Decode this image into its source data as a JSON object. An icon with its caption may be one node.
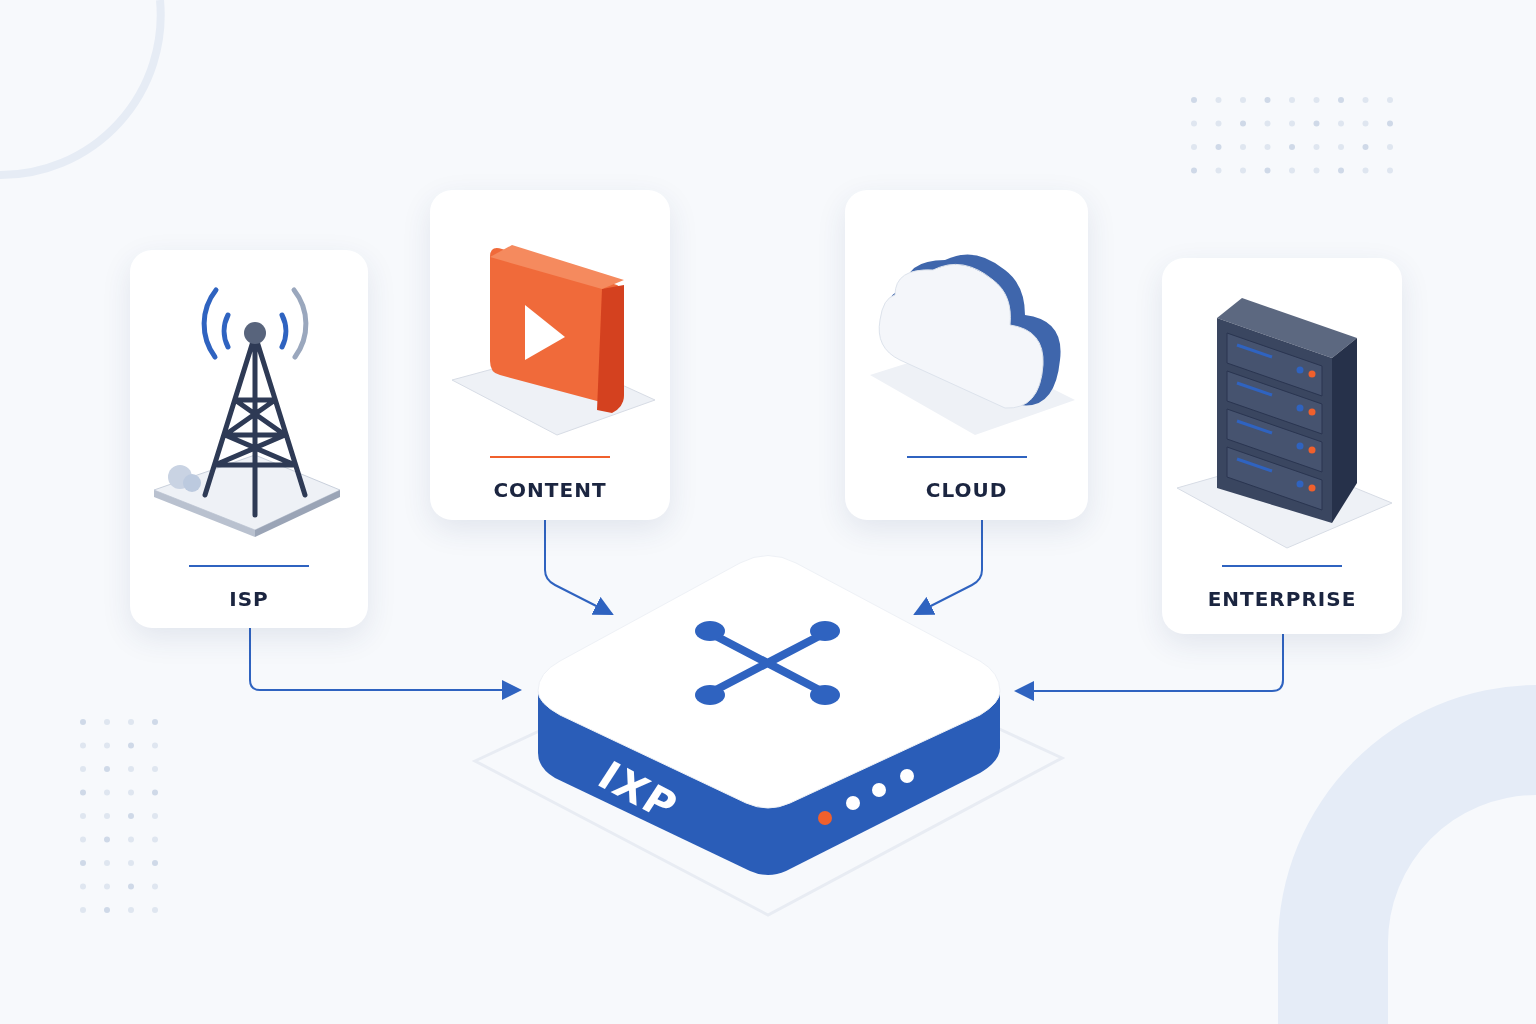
{
  "diagram": {
    "nodes": [
      {
        "text": [
          "ISP"
        ]
      },
      {
        "text": [
          "CONTENT"
        ]
      },
      {
        "text": [
          "CLOUD"
        ]
      },
      {
        "text": [
          "ENTERPRISE"
        ]
      },
      {
        "text": [
          "IXP"
        ]
      }
    ],
    "edges": [
      {
        "from": 0,
        "to": 4,
        "arrow": "to"
      },
      {
        "from": 1,
        "to": 4,
        "arrow": "to"
      },
      {
        "from": 2,
        "to": 4,
        "arrow": "to"
      },
      {
        "from": 3,
        "to": 4,
        "arrow": "to"
      }
    ]
  }
}
